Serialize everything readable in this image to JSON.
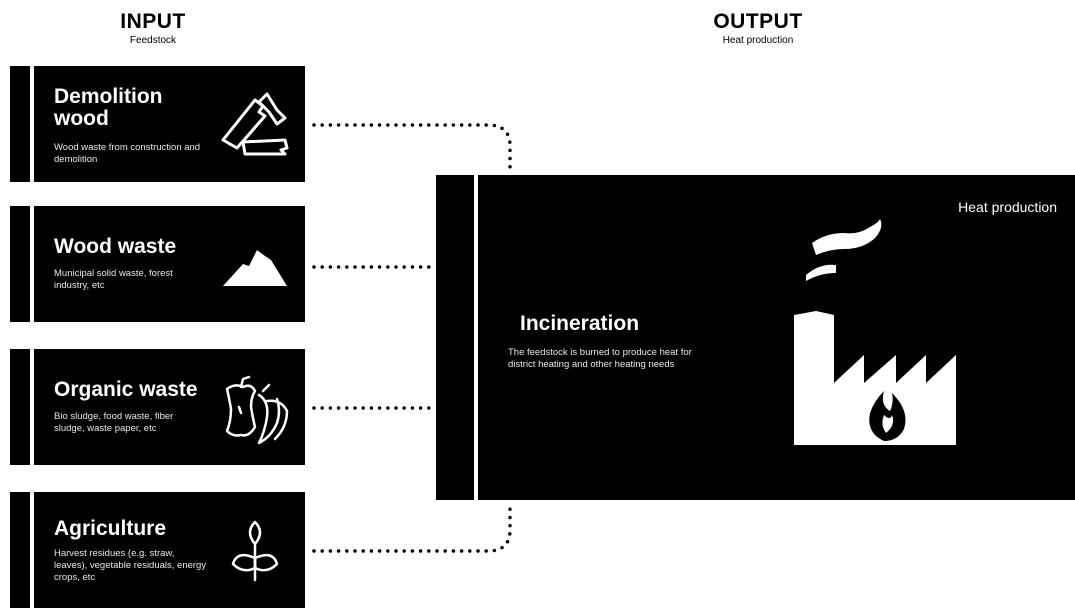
{
  "input_header": {
    "title": "INPUT",
    "subtitle": "Feedstock"
  },
  "output_header": {
    "title": "OUTPUT",
    "subtitle": "Heat production"
  },
  "feedstocks": [
    {
      "title_line1": "Demolition",
      "title_line2": "wood",
      "description": "Wood waste from construction and demolition",
      "icon": "broken-planks-icon"
    },
    {
      "title_line1": "Wood waste",
      "title_line2": "",
      "description": "Municipal solid waste, forest industry, etc",
      "icon": "pile-icon"
    },
    {
      "title_line1": "Organic waste",
      "title_line2": "",
      "description": "Bio sludge, food waste, fiber sludge, waste paper, etc",
      "icon": "apple-core-banana-icon"
    },
    {
      "title_line1": "Agriculture",
      "title_line2": "",
      "description": "Harvest residues (e.g. straw, leaves), vegetable residuals, energy crops, etc",
      "icon": "sprout-icon"
    }
  ],
  "output": {
    "label": "Heat production",
    "title": "Incineration",
    "description": "The feedstock is burned to produce heat for district heating and other heating needs",
    "icon": "factory-flame-icon"
  },
  "colors": {
    "box": "#000000",
    "text": "#ffffff",
    "background": "#ffffff"
  }
}
